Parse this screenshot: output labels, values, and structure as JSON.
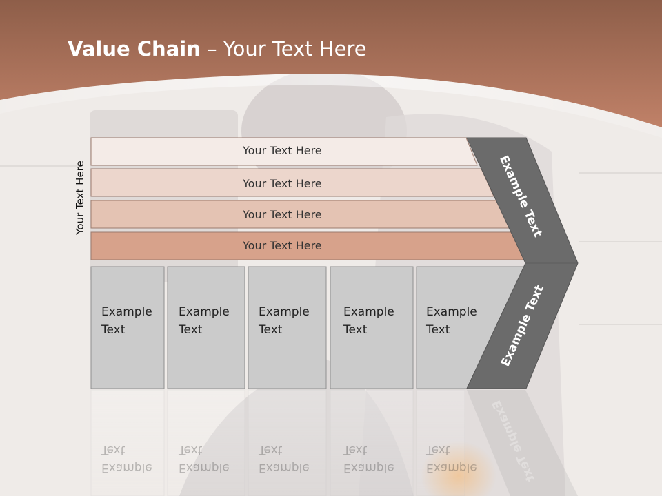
{
  "title": {
    "bold": "Value Chain",
    "rest": " – Your Text Here"
  },
  "side_label": "Your Text Here",
  "rows": [
    "Your Text Here",
    "Your Text Here",
    "Your Text Here",
    "Your Text Here"
  ],
  "columns": [
    {
      "line1": "Example",
      "line2": "Text"
    },
    {
      "line1": "Example",
      "line2": "Text"
    },
    {
      "line1": "Example",
      "line2": "Text"
    },
    {
      "line1": "Example",
      "line2": "Text"
    },
    {
      "line1": "Example",
      "line2": "Text"
    }
  ],
  "arrow": {
    "upper": "Example Text",
    "lower": "Example Text"
  },
  "colors": {
    "header": "#b87b60",
    "row_fills": [
      "#f4ebe7",
      "#ecd6cc",
      "#e4c3b3",
      "#d7a28b"
    ],
    "column_fill": "#cbcbcb",
    "arrow": "#6b6b6b"
  }
}
